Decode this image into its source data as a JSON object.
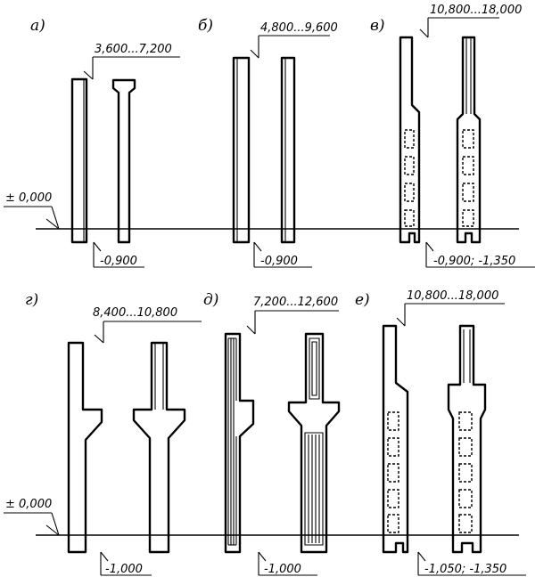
{
  "panels": {
    "a": {
      "letter": "а)",
      "top_mark": "3,600...7,200",
      "bottom_mark": "-0,900"
    },
    "b": {
      "letter": "б)",
      "top_mark": "4,800...9,600",
      "bottom_mark": "-0,900"
    },
    "v": {
      "letter": "в)",
      "top_mark": "10,800...18,000",
      "bottom_mark": "-0,900; -1,350"
    },
    "g": {
      "letter": "г)",
      "top_mark": "8,400...10,800",
      "bottom_mark": "-1,000"
    },
    "d": {
      "letter": "д)",
      "top_mark": "7,200...12,600",
      "bottom_mark": "-1,000"
    },
    "e": {
      "letter": "е)",
      "top_mark": "10,800...18,000",
      "bottom_mark": "-1,050; -1,350"
    }
  },
  "ground_level": {
    "top_row": "± 0,000",
    "bottom_row": "± 0,000"
  }
}
